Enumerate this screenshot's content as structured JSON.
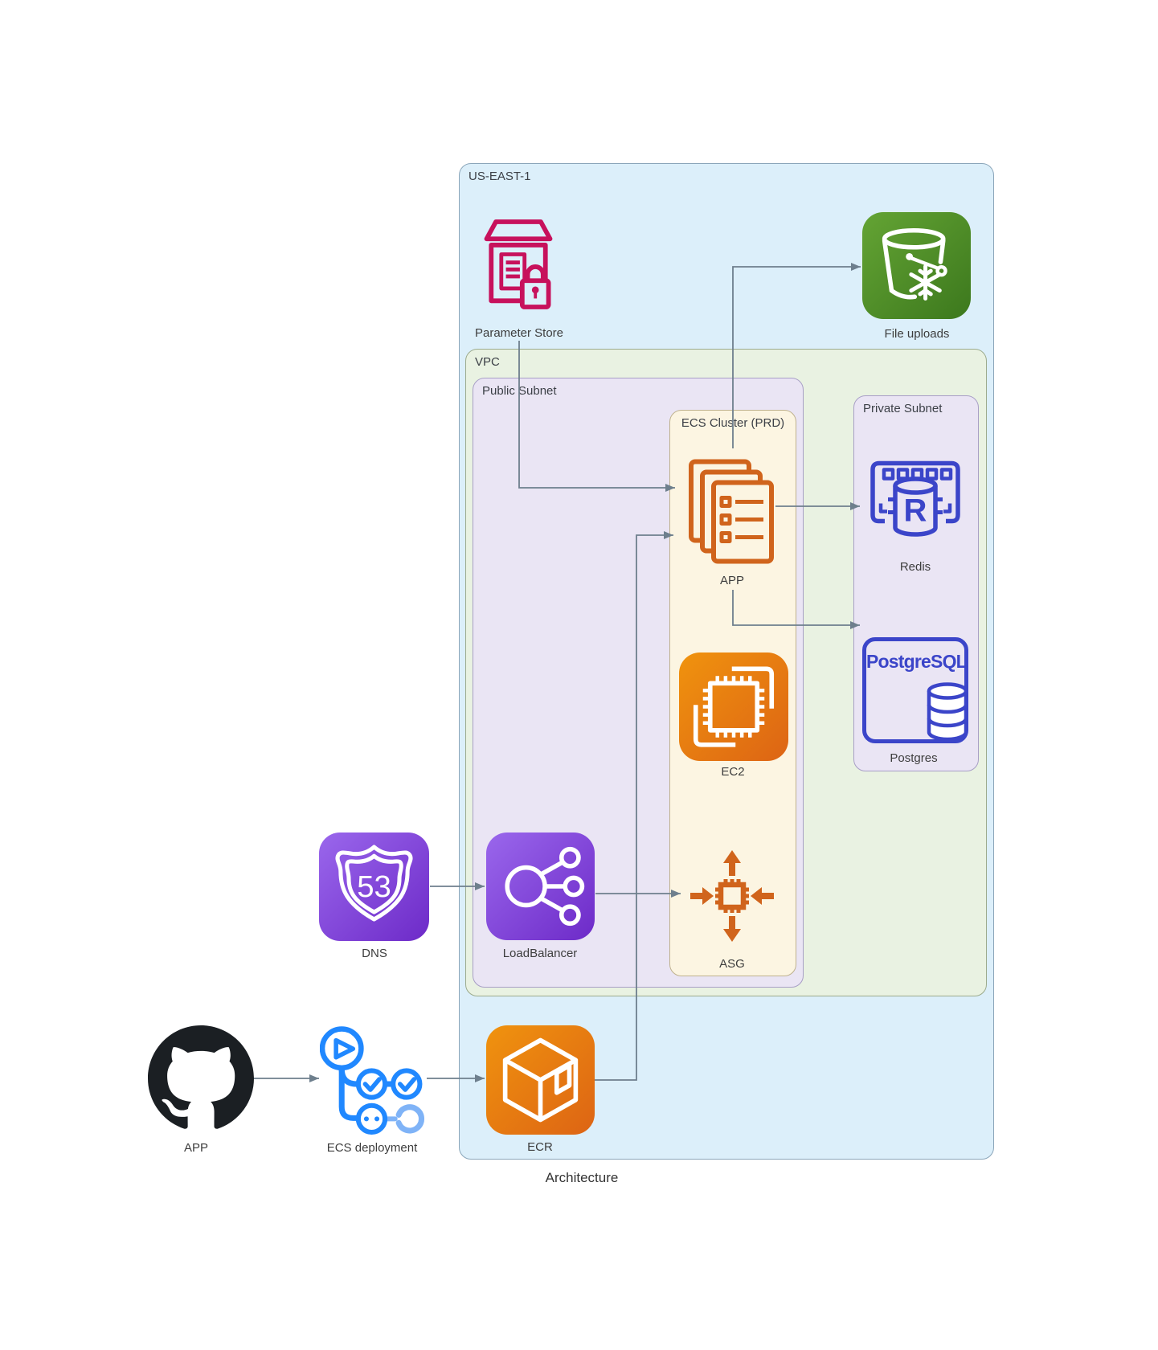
{
  "diagram_title": "Architecture",
  "region": {
    "label": "US-EAST-1"
  },
  "vpc": {
    "label": "VPC"
  },
  "public_subnet": {
    "label": "Public Subnet"
  },
  "private_subnet": {
    "label": "Private Subnet"
  },
  "ecs_cluster": {
    "label": "ECS Cluster (PRD)"
  },
  "nodes": {
    "parameter_store": {
      "label": "Parameter Store"
    },
    "file_uploads": {
      "label": "File uploads"
    },
    "app_service": {
      "label": "APP"
    },
    "ec2": {
      "label": "EC2"
    },
    "asg": {
      "label": "ASG"
    },
    "redis": {
      "label": "Redis",
      "letter": "R"
    },
    "postgres": {
      "label": "Postgres",
      "logo_text": "PostgreSQL"
    },
    "dns": {
      "label": "DNS",
      "shield_text": "53"
    },
    "load_balancer": {
      "label": "LoadBalancer"
    },
    "github": {
      "label": "APP"
    },
    "ecs_deployment": {
      "label": "ECS deployment"
    },
    "ecr": {
      "label": "ECR"
    }
  },
  "colors": {
    "accent_pink": "#C7115C",
    "orange_line": "#D0641C",
    "orange1": "#F0930E",
    "orange2": "#DD6414",
    "green1": "#64A434",
    "green2": "#3C781D",
    "purple1": "#9A67EC",
    "purple2": "#6D2AC8",
    "blue_db": "#3B45C9",
    "github_black": "#1B1F23",
    "actions_blue": "#2088FF",
    "actions_blue_light": "#7FB3F7",
    "connector_gray": "#6E7F8D",
    "region_fill": "#DCEFFA",
    "vpc_fill": "#E9F2E2",
    "subnet_fill": "#EAE5F4",
    "cluster_fill": "#FCF5E2"
  }
}
